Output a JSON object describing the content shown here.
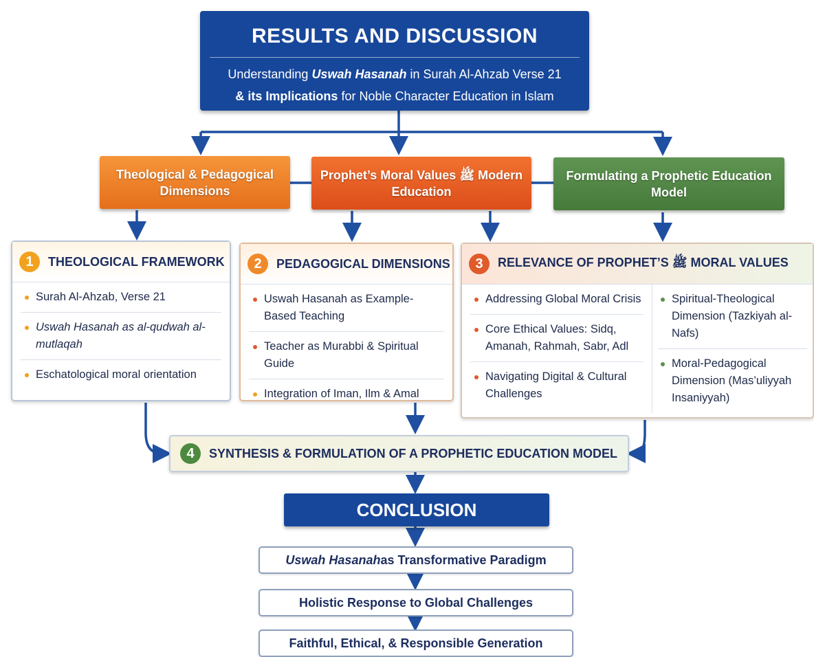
{
  "header": {
    "title": "RESULTS AND DISCUSSION",
    "line1_a": "Understanding ",
    "line1_b": "Uswah Hasanah",
    "line1_c": " in Surah Al-Ahzab Verse 21",
    "line2_a": "& its Implications",
    "line2_b": " for Noble Character Education in Islam"
  },
  "themes": [
    {
      "label": "Theological & Pedagogical Dimensions",
      "color": "#ee8228"
    },
    {
      "label": "Prophet’s Moral Values ﷺ Modern Education",
      "color": "#e65f24"
    },
    {
      "label": "Formulating a Prophetic Education Model",
      "color": "#548847"
    }
  ],
  "panels": {
    "theological": {
      "number": "1",
      "title": "THEOLOGICAL FRAMEWORK",
      "items": [
        "Surah Al-Ahzab, Verse 21",
        "Uswah Hasanah as al-qudwah al-mutlaqah",
        "Eschatological moral orientation"
      ]
    },
    "pedagogical": {
      "number": "2",
      "title": "PEDAGOGICAL DIMENSIONS",
      "items": [
        "Uswah Hasanah as Example-Based Teaching",
        "Teacher as Murabbi & Spiritual Guide",
        "Integration of Iman, Ilm & Amal"
      ]
    },
    "relevance": {
      "number": "3",
      "title": "RELEVANCE OF PROPHET’S ﷺ MORAL VALUES",
      "left_items": [
        "Addressing Global Moral Crisis",
        "Core Ethical Values: Sidq, Amanah, Rahmah, Sabr, Adl",
        "Navigating Digital & Cultural Challenges"
      ],
      "right_items": [
        "Spiritual-Theological Dimension (Tazkiyah al-Nafs)",
        "Moral-Pedagogical Dimension (Mas’uliyyah Insaniyyah)"
      ]
    }
  },
  "synthesis": {
    "number": "4",
    "title": "SYNTHESIS & FORMULATION OF A PROPHETIC EDUCATION MODEL"
  },
  "conclusion": {
    "title": "CONCLUSION",
    "outcomes": [
      {
        "lead": "Uswah Hasanah",
        "rest": " as Transformative Paradigm"
      },
      {
        "lead": "",
        "rest": "Holistic Response to Global Challenges"
      },
      {
        "lead": "",
        "rest": "Faithful, Ethical, & Responsible Generation"
      }
    ]
  },
  "colors": {
    "navy": "#17479a",
    "arrow": "#1f4fa0",
    "bullet_orange": "#f0a020",
    "bullet_red": "#e0592b",
    "bullet_green": "#5a8f4b"
  }
}
